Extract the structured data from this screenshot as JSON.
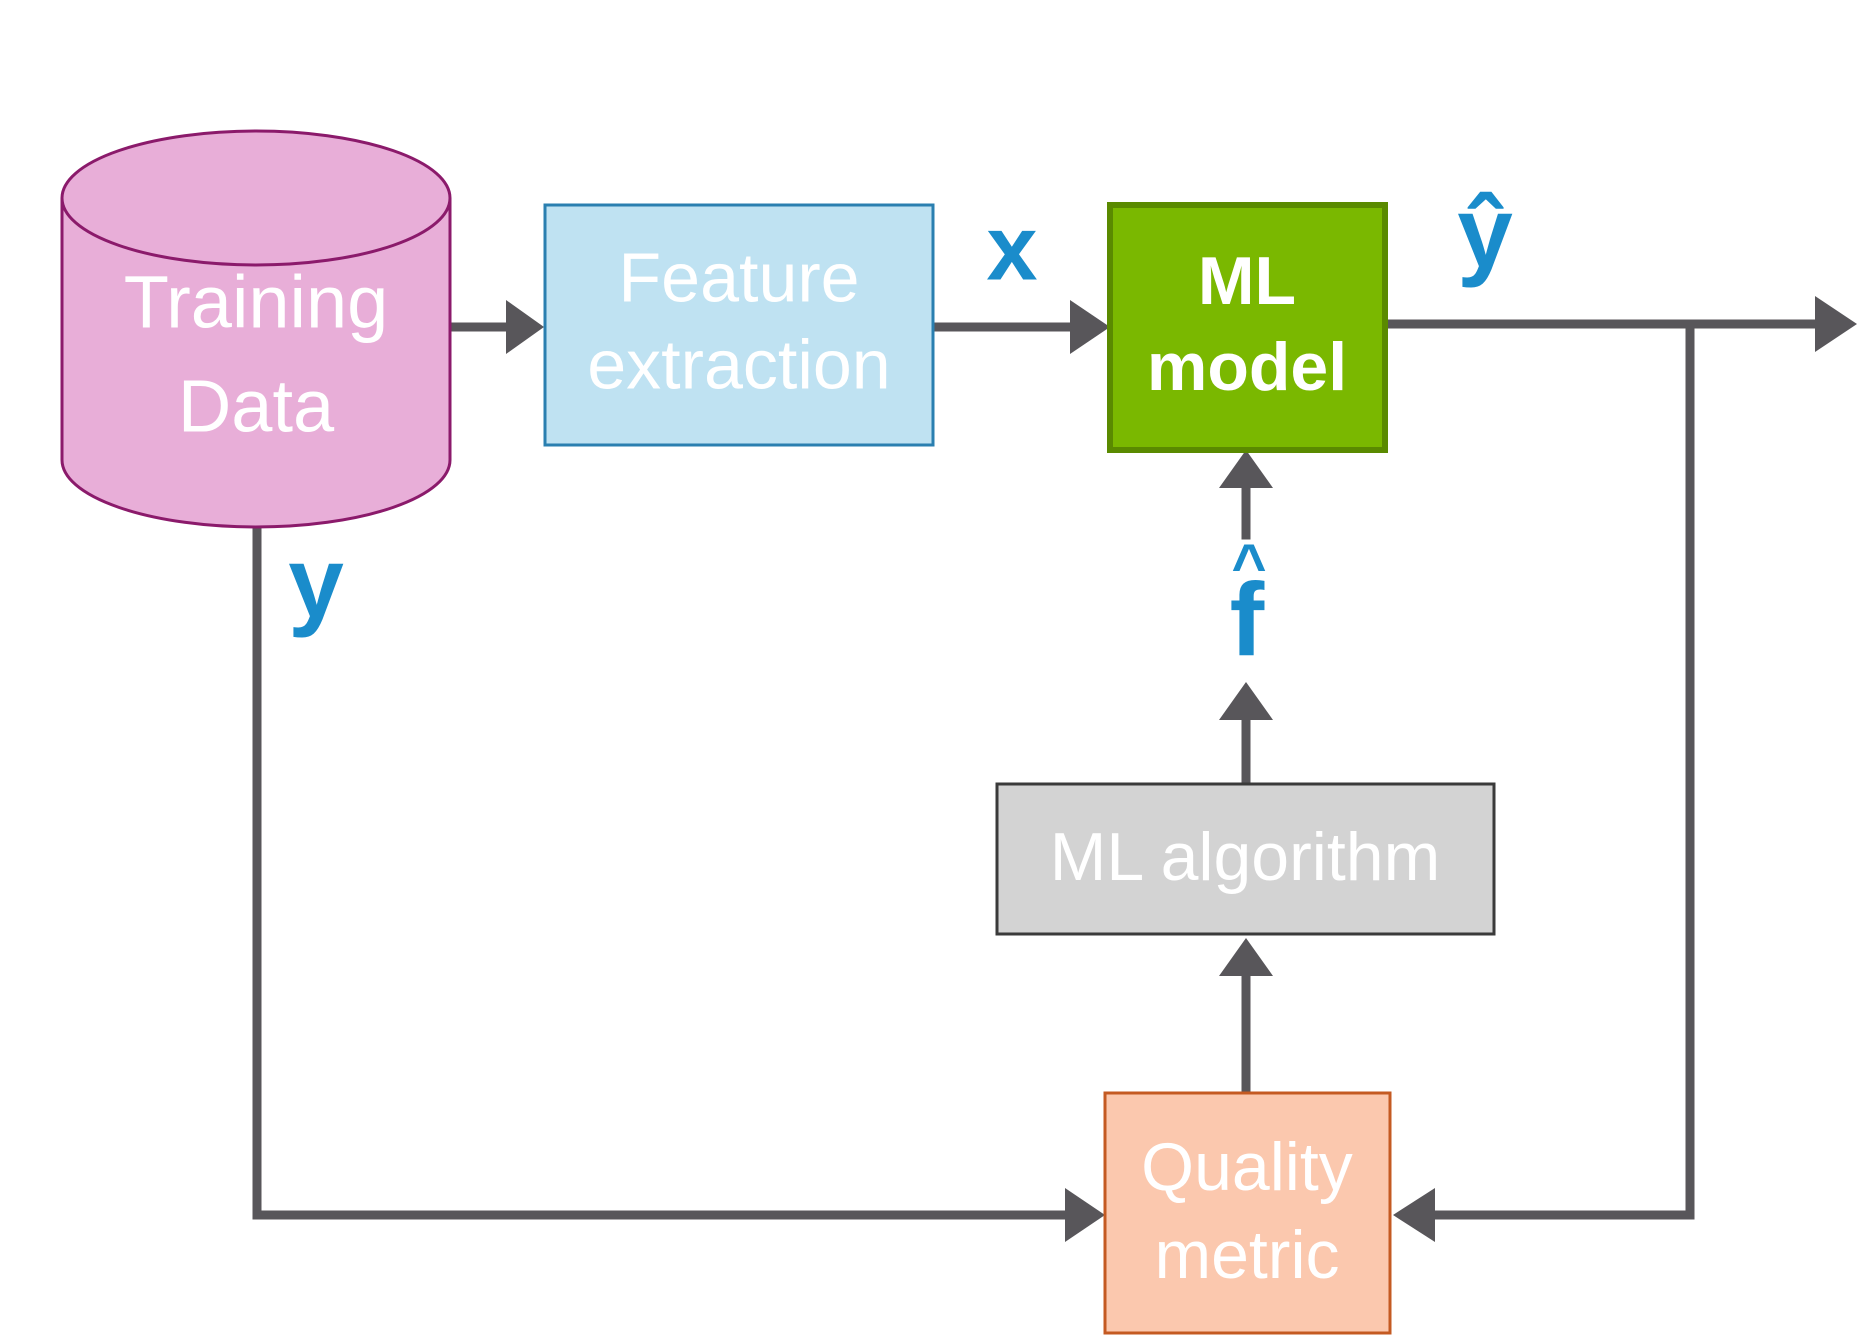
{
  "nodes": {
    "training_data": {
      "line1": "Training",
      "line2": "Data"
    },
    "feature_extraction": {
      "line1": "Feature",
      "line2": "extraction"
    },
    "ml_model": {
      "line1": "ML",
      "line2": "model"
    },
    "ml_algorithm": {
      "label": "ML algorithm"
    },
    "quality_metric": {
      "line1": "Quality",
      "line2": "metric"
    }
  },
  "variables": {
    "x": "x",
    "y": "y",
    "y_hat": "ŷ",
    "f_hat_base": "f",
    "hat": "^"
  },
  "colors": {
    "training_data_fill": "#e8aed8",
    "training_data_stroke": "#8b1a6b",
    "feature_fill": "#bfe2f2",
    "feature_stroke": "#2a7fb0",
    "ml_model_fill": "#7ab800",
    "ml_model_stroke": "#5a8a00",
    "ml_algorithm_fill": "#d3d3d3",
    "ml_algorithm_stroke": "#3a3a3a",
    "quality_fill": "#fbc8ae",
    "quality_stroke": "#c45a22",
    "arrow": "#58565a",
    "variable": "#1a8ccb"
  }
}
